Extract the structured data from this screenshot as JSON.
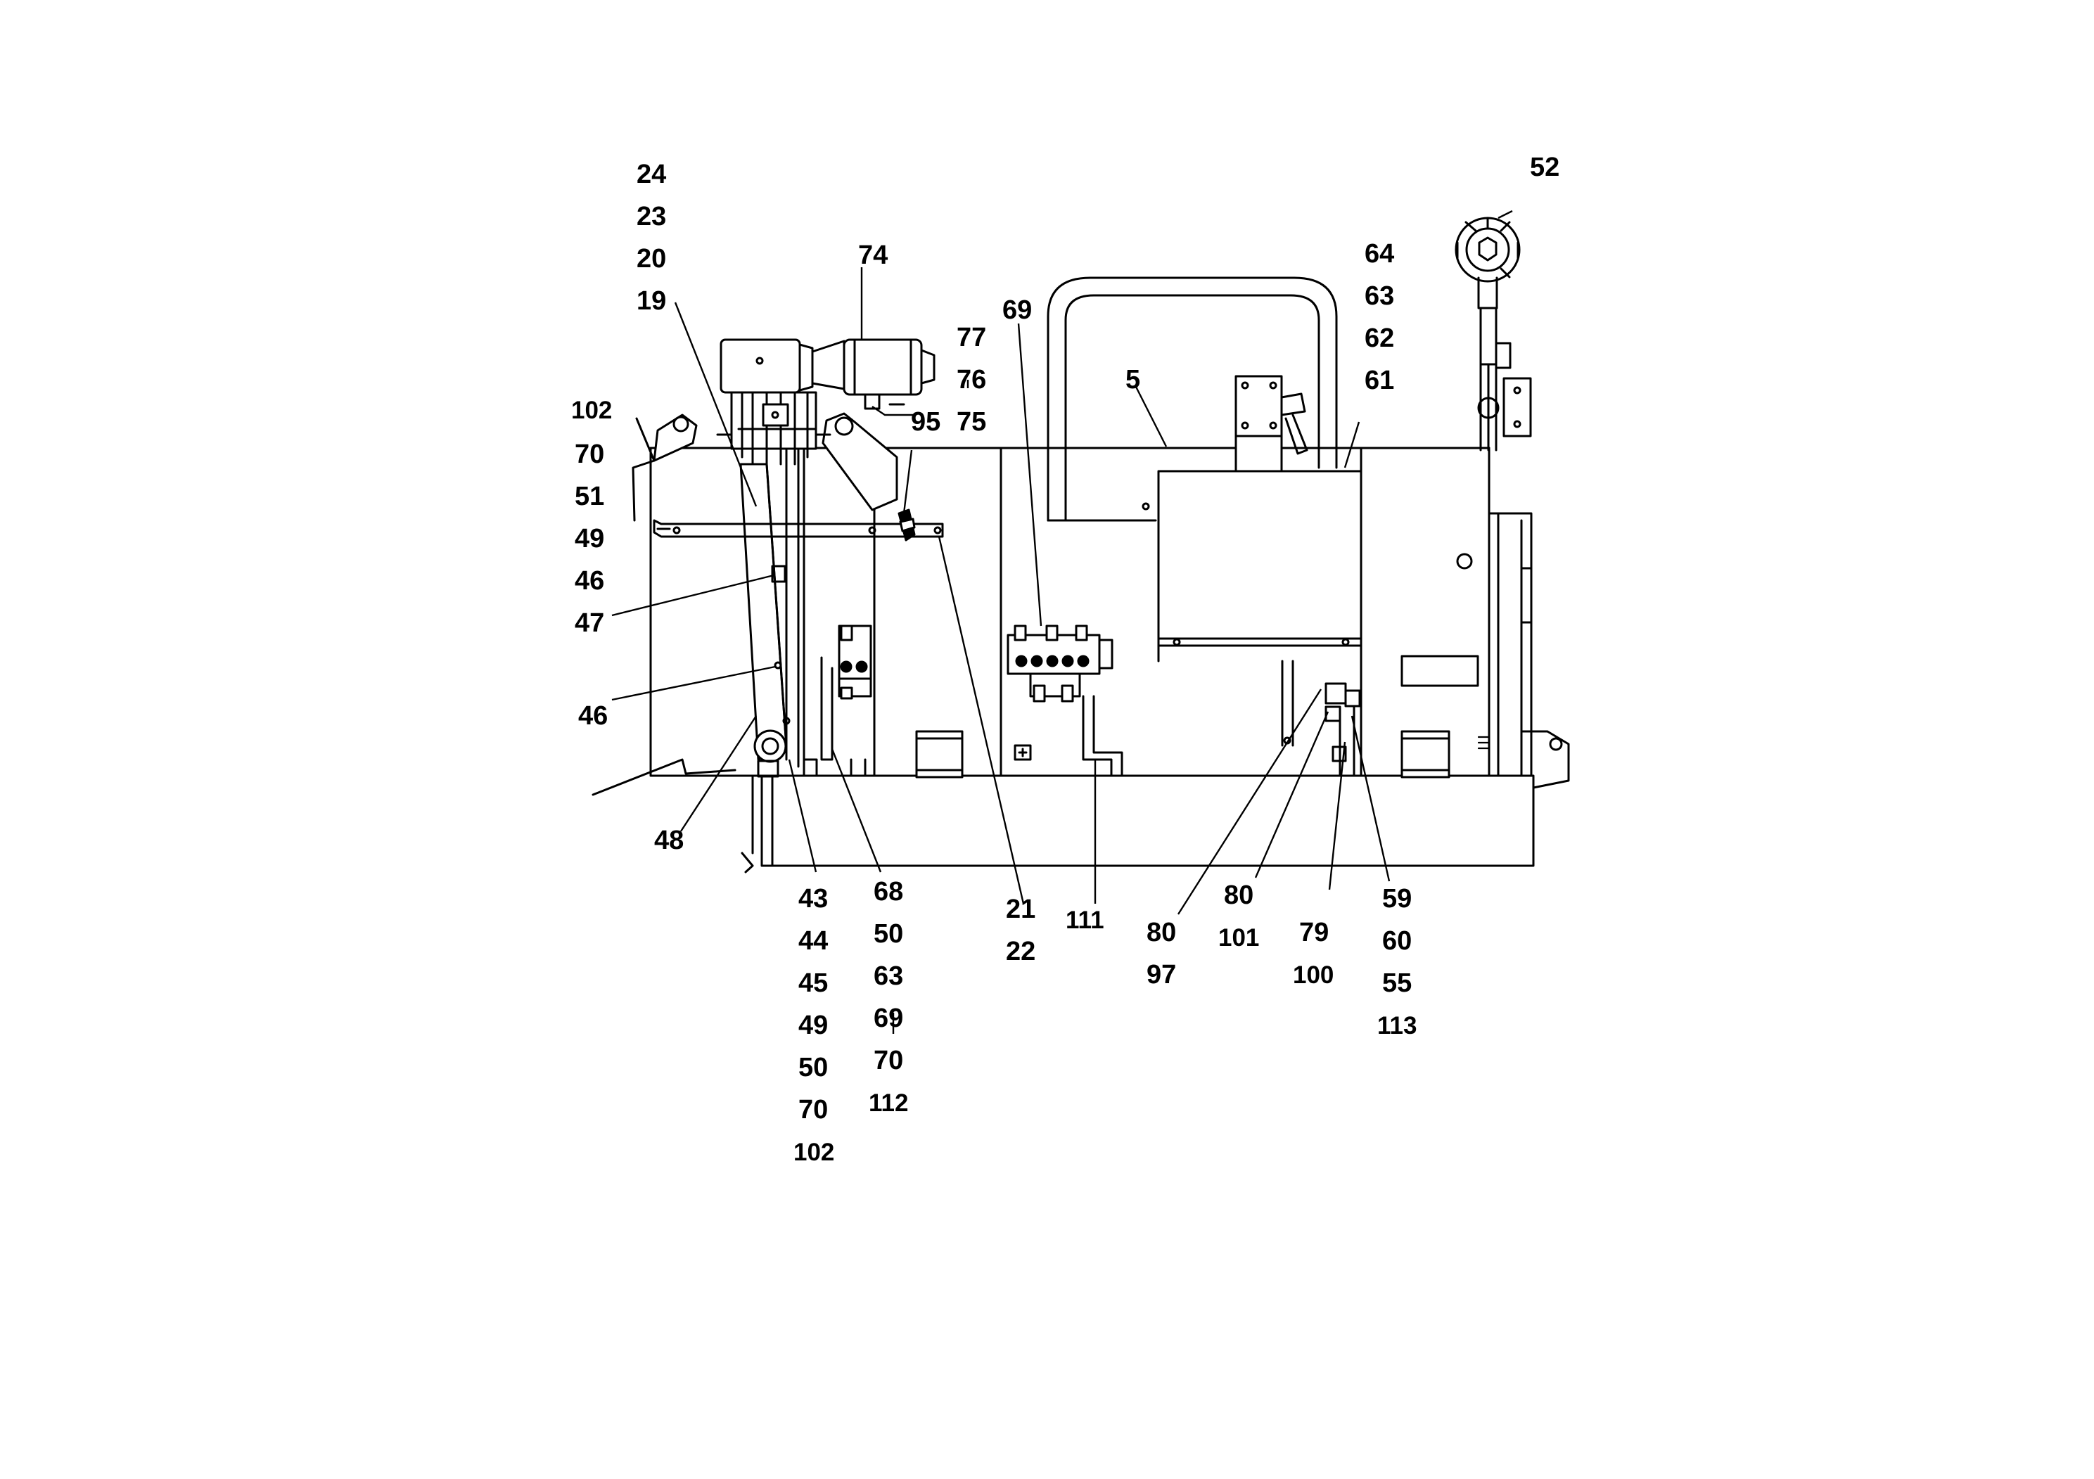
{
  "diagram": {
    "labels": {
      "l24": "24",
      "l23": "23",
      "l20": "20",
      "l19": "19",
      "l74": "74",
      "l95": "95",
      "l77": "77",
      "l76": "76",
      "l75": "75",
      "l69a": "69",
      "l5": "5",
      "l64": "64",
      "l63a": "63",
      "l62": "62",
      "l61": "61",
      "l52": "52",
      "l102a": "102",
      "l70a": "70",
      "l51": "51",
      "l49a": "49",
      "l46a": "46",
      "l47": "47",
      "l46b": "46",
      "l48": "48",
      "l43": "43",
      "l44": "44",
      "l45": "45",
      "l49b": "49",
      "l50a": "50",
      "l70b": "70",
      "l102b": "102",
      "l68": "68",
      "l50b": "50",
      "l63b": "63",
      "l69b": "69",
      "l70c": "70",
      "l112": "112",
      "l21": "21",
      "l22": "22",
      "l111": "111",
      "l80a": "80",
      "l97": "97",
      "l80b": "80",
      "l101": "101",
      "l79": "79",
      "l100": "100",
      "l59": "59",
      "l60": "60",
      "l55": "55",
      "l113": "113"
    }
  }
}
